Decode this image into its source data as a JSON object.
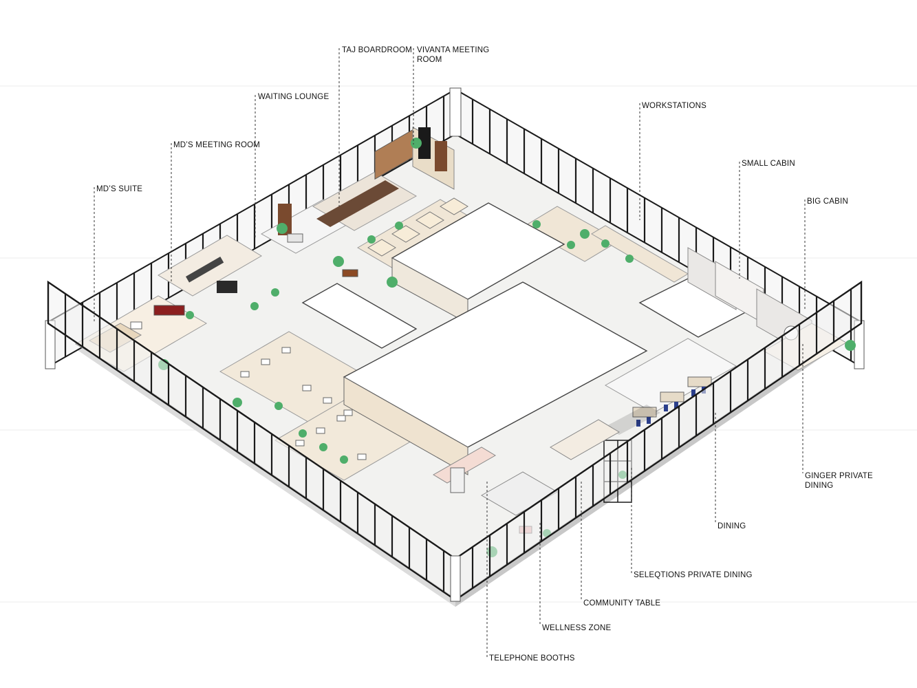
{
  "labels": {
    "taj_boardroom": "TAJ BOARDROOM",
    "vivanta_meeting_room": "VIVANTA MEETING\nROOM",
    "waiting_lounge": "WAITING LOUNGE",
    "mds_meeting_room": "MD’S MEETING ROOM",
    "mds_suite": "MD’S SUITE",
    "workstations": "WORKSTATIONS",
    "small_cabin": "SMALL CABIN",
    "big_cabin": "BIG CABIN",
    "ginger_private_dining": "GINGER PRIVATE\nDINING",
    "dining": "DINING",
    "seleqtions_private_dining": "SELEQTIONS PRIVATE DINING",
    "community_table": "COMMUNITY TABLE",
    "wellness_zone": "WELLNESS ZONE",
    "telephone_booths": "TELEPHONE BOOTHS"
  },
  "colors": {
    "wall_frame": "#1a1a1a",
    "glass": "#f4f4f4",
    "floor": "#f2f2f0",
    "partition": "#efe3d0",
    "partition_dark": "#d9c7ac",
    "wood": "#7a4a2e",
    "plant": "#4fae6a",
    "core": "#ffffff",
    "red_sofa": "#8c1f1f",
    "blue_chair": "#2b3f8c",
    "leader": "#333333"
  }
}
